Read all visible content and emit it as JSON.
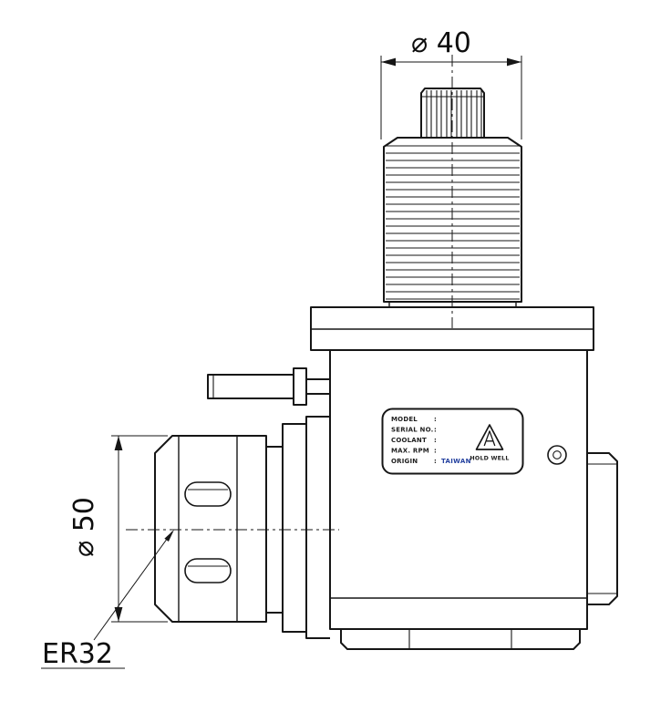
{
  "dimensions": {
    "top_diameter": "⌀ 40",
    "collet_diameter": "⌀ 50"
  },
  "labels": {
    "collet_type": "ER32"
  },
  "nameplate": {
    "rows": [
      "MODEL",
      "SERIAL NO.",
      "COOLANT",
      "MAX. RPM",
      "ORIGIN"
    ],
    "colon": ":",
    "origin_value": "TAIWAN",
    "brand": "HOLD WELL"
  },
  "colors": {
    "line": "#161616",
    "background": "#ffffff",
    "origin_accent": "#23409f"
  }
}
